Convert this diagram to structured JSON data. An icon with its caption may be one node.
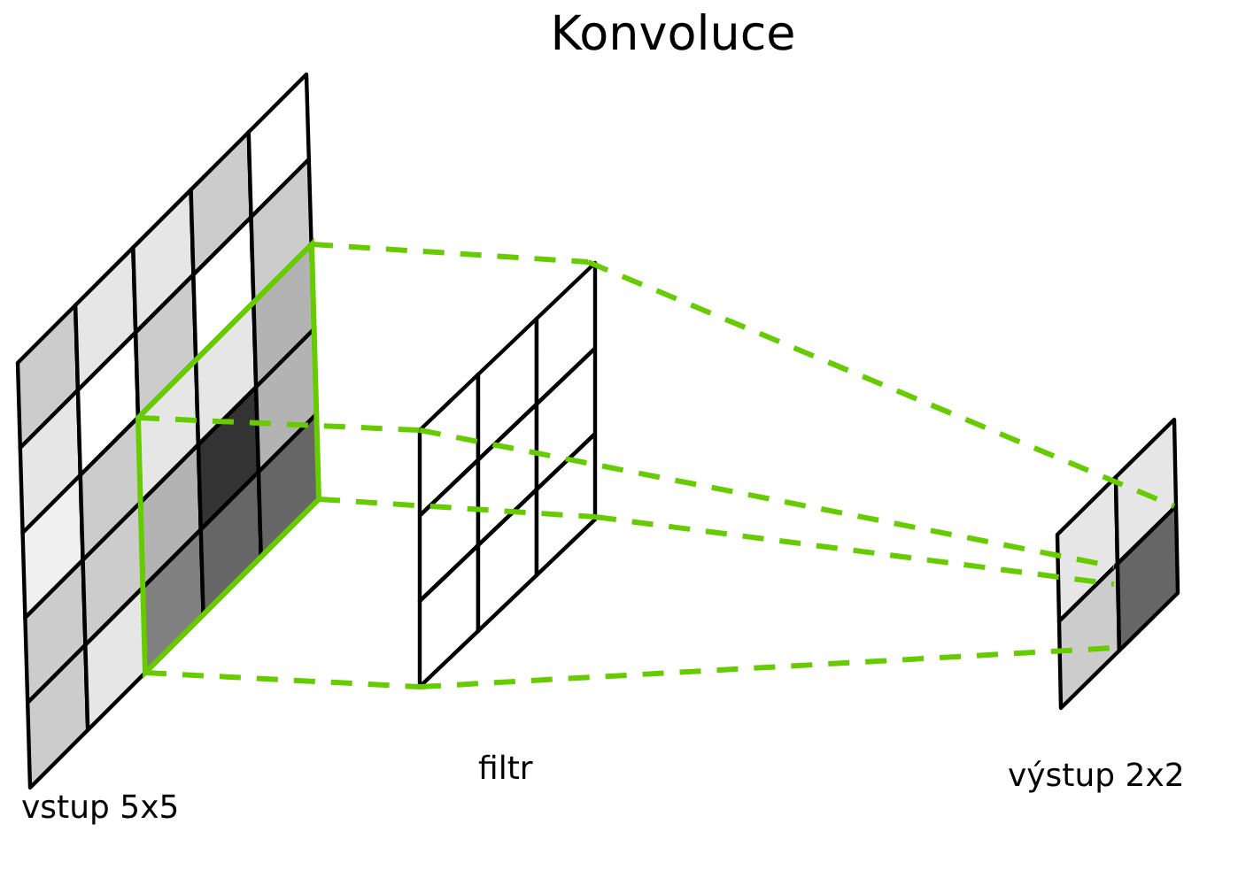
{
  "diagram": {
    "title": "Konvoluce",
    "nodes": [
      {
        "text": [
          "vstup 5x5"
        ]
      },
      {
        "text": [
          "filtr"
        ]
      },
      {
        "text": [
          "výstup 2x2"
        ]
      },
      {
        "text": [],
        "shape": "box",
        "in": 0
      }
    ],
    "edges": [
      {
        "from": 3,
        "to": 1,
        "arrow": "none",
        "style": "dashed"
      },
      {
        "from": 1,
        "to": 2,
        "arrow": "none",
        "style": "dashed"
      }
    ]
  }
}
